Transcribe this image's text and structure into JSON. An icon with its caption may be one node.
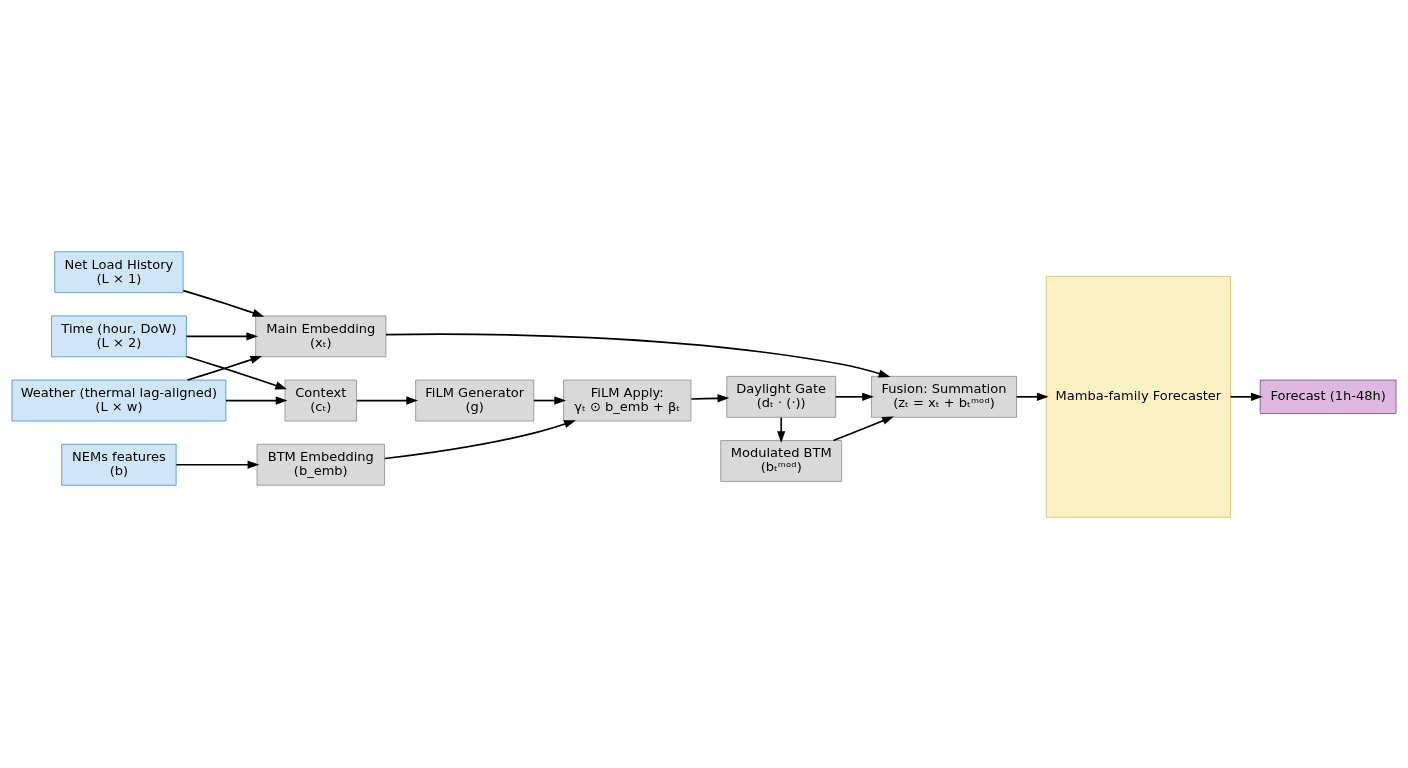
{
  "diagram": {
    "nodes": [
      {
        "text": [
          "Net Load History",
          "(L × 1)"
        ]
      },
      {
        "text": [
          "Weather (thermal lag-aligned)",
          "(L × w)"
        ]
      },
      {
        "text": [
          "Time (hour, DoW)",
          "(L × 2)"
        ]
      },
      {
        "text": [
          "NEMs features",
          "(b)"
        ]
      },
      {
        "text": [
          "Main Embedding",
          "(xₜ)"
        ]
      },
      {
        "text": [
          "Context",
          "(cₜ)"
        ]
      },
      {
        "text": [
          "FiLM Generator",
          "(g)"
        ]
      },
      {
        "text": [
          "BTM Embedding",
          "(b_emb)"
        ]
      },
      {
        "text": [
          "FiLM Apply:",
          "γₜ ⊙ b_emb + βₜ"
        ]
      },
      {
        "text": [
          "Daylight Gate",
          "(dₜ · (·))"
        ]
      },
      {
        "text": [
          "Modulated BTM",
          "(bₜᵐᵒᵈ)"
        ]
      },
      {
        "text": [
          "Fusion: Summation",
          "(zₜ = xₜ + bₜᵐᵒᵈ)"
        ]
      },
      {
        "text": [
          "Mamba-family Forecaster"
        ]
      },
      {
        "text": [
          "Forecast (1h-48h)"
        ]
      }
    ],
    "edges": [
      {
        "from": 0,
        "to": 4,
        "arrow": "to"
      },
      {
        "from": 1,
        "to": 4,
        "arrow": "to"
      },
      {
        "from": 2,
        "to": 4,
        "arrow": "to"
      },
      {
        "from": 1,
        "to": 5,
        "arrow": "to"
      },
      {
        "from": 2,
        "to": 5,
        "arrow": "to"
      },
      {
        "from": 3,
        "to": 7,
        "arrow": "to"
      },
      {
        "from": 5,
        "to": 6,
        "arrow": "to"
      },
      {
        "from": 6,
        "to": 8,
        "arrow": "to"
      },
      {
        "from": 7,
        "to": 8,
        "arrow": "to"
      },
      {
        "from": 8,
        "to": 9,
        "arrow": "to"
      },
      {
        "from": 9,
        "to": 10,
        "arrow": "to"
      },
      {
        "from": 4,
        "to": 11,
        "arrow": "to"
      },
      {
        "from": 9,
        "to": 11,
        "arrow": "to"
      },
      {
        "from": 10,
        "to": 11,
        "arrow": "to"
      },
      {
        "from": 11,
        "to": 12,
        "arrow": "to"
      },
      {
        "from": 12,
        "to": 13,
        "arrow": "to"
      }
    ]
  }
}
